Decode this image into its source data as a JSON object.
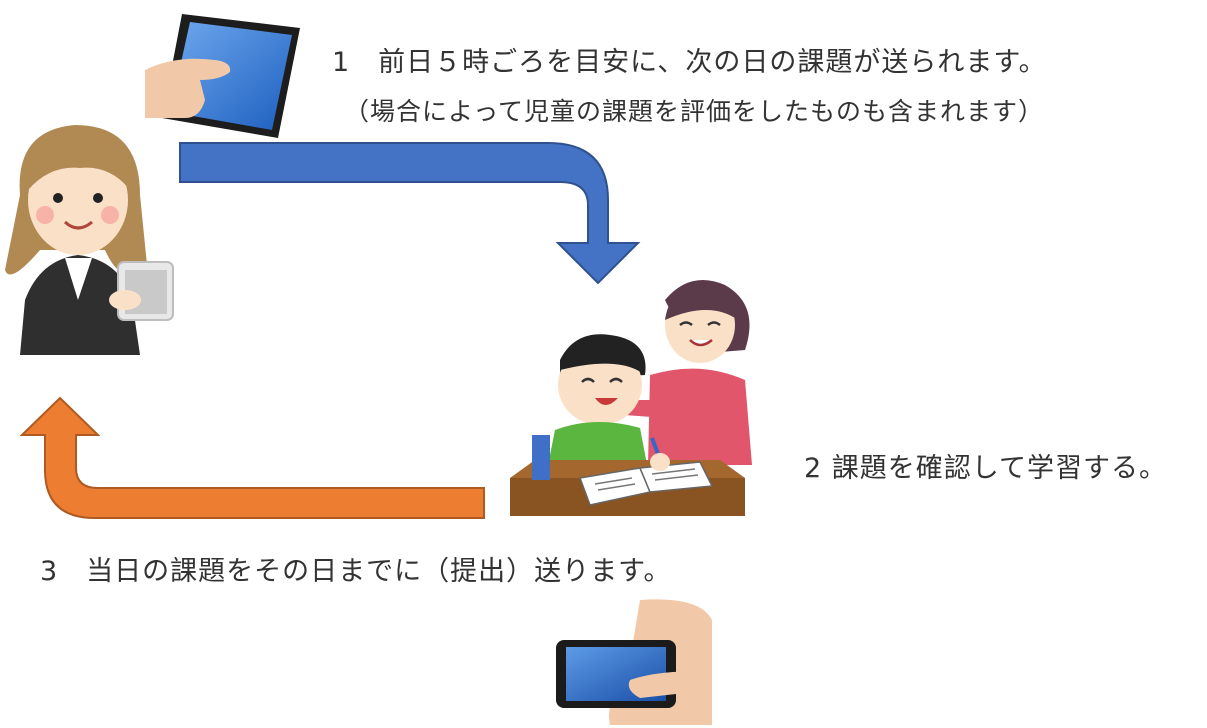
{
  "steps": {
    "step1_text": "1　前日５時ごろを目安に、次の日の課題が送られます。",
    "step1_note": "（場合によって児童の課題を評価をしたものも含まれます）",
    "step2_text": "2 課題を確認して学習する。",
    "step3_text": "3　当日の課題をその日までに（提出）送ります。"
  },
  "colors": {
    "arrow_send": "#4472c4",
    "arrow_submit": "#ed7d31",
    "text": "#333333"
  },
  "icons": {
    "teacher": "teacher-with-tablet-icon",
    "tablet": "tablet-tap-icon",
    "student_parent": "student-with-parent-icon",
    "phone": "phone-tap-icon"
  }
}
